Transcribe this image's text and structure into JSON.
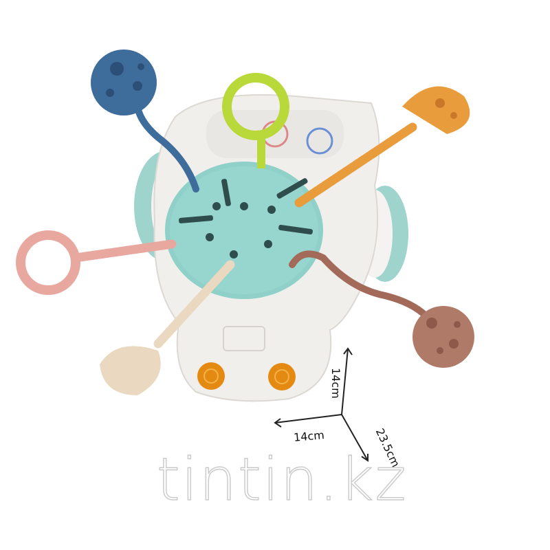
{
  "product": {
    "name": "astronaut pull-string sensory toy",
    "colors": {
      "body": "#f1efec",
      "disc": "#8fd0c8",
      "blue": "#3e6d9c",
      "lime": "#b9d83a",
      "orange": "#e99c3c",
      "pink": "#e8a8a0",
      "cream": "#ead9c0",
      "brown": "#a36a5a",
      "wheel": "#e48a13"
    }
  },
  "dimensions": {
    "height": "14cm",
    "width": "14cm",
    "depth": "23.5cm"
  },
  "watermark": "tintin.kz"
}
